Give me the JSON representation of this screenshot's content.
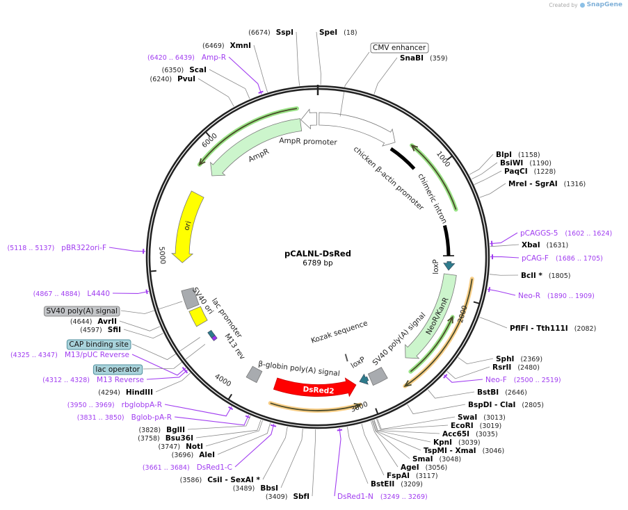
{
  "header": {
    "created_by": "Created by",
    "brand": "SnapGene"
  },
  "plasmid": {
    "name": "pCALNL-DsRed",
    "length_label": "6789 bp",
    "length": 6789
  },
  "ticks": [
    "1000",
    "2000",
    "3000",
    "4000",
    "5000",
    "6000"
  ],
  "features": [
    {
      "name": "AmpR promoter",
      "start": 6657,
      "end": 6780,
      "strand": -1,
      "kind": "block",
      "color": "#ffffff"
    },
    {
      "name": "AmpR",
      "start": 5800,
      "end": 6651,
      "strand": -1,
      "kind": "block",
      "color": "#ccf5cc"
    },
    {
      "name": "chicken β-actin promoter",
      "start": 10,
      "end": 640,
      "strand": 1,
      "kind": "block",
      "color": "#ffffff"
    },
    {
      "name": "chimeric intron",
      "start": 1433,
      "end": 1686,
      "strand": 0,
      "kind": "bar",
      "color": "#000000"
    },
    {
      "name": "loxP",
      "start": 1745,
      "end": 1795,
      "strand": 1,
      "kind": "small",
      "color": "#2e7b8c"
    },
    {
      "name": "NeoR/KanR",
      "start": 1839,
      "end": 2621,
      "strand": 1,
      "kind": "block",
      "color": "#ccf5cc"
    },
    {
      "name": "SV40 poly(A) signal",
      "start": 2830,
      "end": 2955,
      "strand": 0,
      "kind": "block",
      "color": "#a8abaf"
    },
    {
      "name": "loxP",
      "start": 2985,
      "end": 3035,
      "strand": 1,
      "kind": "small",
      "color": "#2e7b8c"
    },
    {
      "name": "Kozak sequence",
      "start": 3095,
      "end": 3105,
      "strand": 0,
      "kind": "tick",
      "color": "#555555"
    },
    {
      "name": "DsRed2",
      "start": 3081,
      "end": 3743,
      "strand": -1,
      "kind": "block",
      "color": "#ff0000"
    },
    {
      "name": "β-globin poly(A) signal",
      "start": 3885,
      "end": 3975,
      "strand": 0,
      "kind": "block",
      "color": "#a8abaf"
    },
    {
      "name": "M13 rev",
      "start": 4370,
      "end": 4395,
      "strand": 0,
      "kind": "small",
      "color": "#9933ee"
    },
    {
      "name": "lac promoter",
      "start": 4400,
      "end": 4430,
      "strand": 0,
      "kind": "small",
      "color": "#2e7b8c"
    },
    {
      "name": "SV40 ori",
      "start": 4530,
      "end": 4660,
      "strand": 0,
      "kind": "block",
      "color": "#ffff00"
    },
    {
      "name": "ori",
      "start": 5047,
      "end": 5613,
      "strand": -1,
      "kind": "block",
      "color": "#ffff00"
    }
  ],
  "intron_segments": [
    {
      "start": 640,
      "end": 895
    }
  ],
  "orfs": [
    {
      "start": 5809,
      "end": 6638,
      "strand": -1,
      "color": "#8fe07a"
    },
    {
      "start": 755,
      "end": 1339,
      "strand": -1,
      "color": "#8fe07a"
    },
    {
      "start": 2150,
      "end": 2659,
      "strand": -1,
      "color": "#8fe07a"
    },
    {
      "start": 1848,
      "end": 2753,
      "strand": 1,
      "color": "#f7c97a"
    },
    {
      "start": 3093,
      "end": 3734,
      "strand": -1,
      "color": "#f7c97a"
    }
  ],
  "sites": [
    {
      "name": "SspI",
      "pos": 6674
    },
    {
      "name": "SpeI",
      "pos": 18
    },
    {
      "name": "XmnI",
      "pos": 6469
    },
    {
      "name": "SnaBI",
      "pos": 359
    },
    {
      "name": "ScaI",
      "pos": 6350
    },
    {
      "name": "PvuI",
      "pos": 6240
    },
    {
      "name": "BlpI",
      "pos": 1158
    },
    {
      "name": "BsiWI",
      "pos": 1190
    },
    {
      "name": "PaqCI",
      "pos": 1228
    },
    {
      "name": "MreI  - SgrAI",
      "pos": 1316
    },
    {
      "name": "XbaI",
      "pos": 1631
    },
    {
      "name": "BclI *",
      "pos": 1805
    },
    {
      "name": "PflFI  - Tth111I",
      "pos": 2082
    },
    {
      "name": "SphI",
      "pos": 2369
    },
    {
      "name": "RsrII",
      "pos": 2480
    },
    {
      "name": "BstBI",
      "pos": 2646
    },
    {
      "name": "BspDI  - ClaI",
      "pos": 2805
    },
    {
      "name": "SwaI",
      "pos": 3013
    },
    {
      "name": "EcoRI",
      "pos": 3019
    },
    {
      "name": "Acc65I",
      "pos": 3035
    },
    {
      "name": "KpnI",
      "pos": 3039
    },
    {
      "name": "TspMI  - XmaI",
      "pos": 3046
    },
    {
      "name": "SmaI",
      "pos": 3048
    },
    {
      "name": "AgeI",
      "pos": 3056
    },
    {
      "name": "FspAI",
      "pos": 3117
    },
    {
      "name": "BstEII",
      "pos": 3209
    },
    {
      "name": "SbfI",
      "pos": 3409
    },
    {
      "name": "BbsI",
      "pos": 3489
    },
    {
      "name": "CsiI  - SexAI *",
      "pos": 3586
    },
    {
      "name": "AleI",
      "pos": 3696
    },
    {
      "name": "NotI",
      "pos": 3747
    },
    {
      "name": "Bsu36I",
      "pos": 3758
    },
    {
      "name": "BglII",
      "pos": 3828
    },
    {
      "name": "HindIII",
      "pos": 4294
    },
    {
      "name": "SfiI",
      "pos": 4597
    },
    {
      "name": "AvrII",
      "pos": 4644
    }
  ],
  "primers": [
    {
      "name": "Amp-R",
      "start": 6420,
      "end": 6439,
      "range": "(6420 .. 6439)"
    },
    {
      "name": "pCAGGS-5",
      "start": 1602,
      "end": 1624,
      "range": "(1602 .. 1624)"
    },
    {
      "name": "pCAG-F",
      "start": 1686,
      "end": 1705,
      "range": "(1686 .. 1705)"
    },
    {
      "name": "Neo-R",
      "start": 1890,
      "end": 1909,
      "range": "(1890 .. 1909)"
    },
    {
      "name": "Neo-F",
      "start": 2500,
      "end": 2519,
      "range": "(2500 .. 2519)"
    },
    {
      "name": "DsRed1-N",
      "start": 3249,
      "end": 3269,
      "range": "(3249 .. 3269)"
    },
    {
      "name": "DsRed1-C",
      "start": 3661,
      "end": 3684,
      "range": "(3661 .. 3684)"
    },
    {
      "name": "Bglob-pA-R",
      "start": 3831,
      "end": 3850,
      "range": "(3831 .. 3850)"
    },
    {
      "name": "rbglobpA-R",
      "start": 3950,
      "end": 3969,
      "range": "(3950 .. 3969)"
    },
    {
      "name": "M13 Reverse",
      "start": 4312,
      "end": 4328,
      "range": "(4312 .. 4328)"
    },
    {
      "name": "M13/pUC Reverse",
      "start": 4325,
      "end": 4347,
      "range": "(4325 .. 4347)"
    },
    {
      "name": "L4440",
      "start": 4867,
      "end": 4884,
      "range": "(4867 .. 4884)"
    },
    {
      "name": "pBR322ori-F",
      "start": 5118,
      "end": 5137,
      "range": "(5118 .. 5137)"
    }
  ],
  "callouts": [
    {
      "name": "CMV enhancer",
      "pos": 170,
      "color": "#ffffff",
      "border": "#777777"
    },
    {
      "name": "SV40 poly(A) signal",
      "pos": 4750,
      "color": "#c3c5c8",
      "border": "#888888"
    },
    {
      "name": "CAP binding site",
      "pos": 4445,
      "color": "#a9d3db",
      "border": "#4f8f9c"
    },
    {
      "name": "lac operator",
      "pos": 4380,
      "color": "#a9d3db",
      "border": "#4f8f9c"
    }
  ]
}
